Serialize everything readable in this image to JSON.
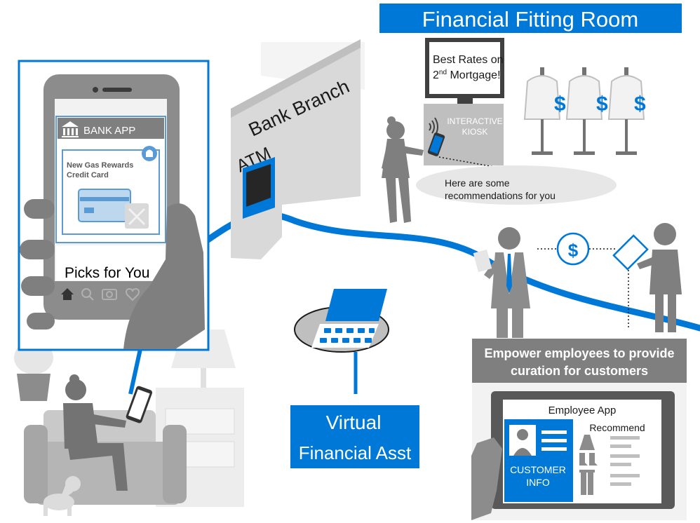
{
  "title": "Financial Fitting Room",
  "bank_branch": {
    "label": "Bank Branch",
    "atm_label": "ATM"
  },
  "kiosk": {
    "screen_line1": "Best Rates on",
    "screen_line2_num": "2",
    "screen_line2_sup": "nd",
    "screen_line2_rest": " Mortgage!",
    "label_line1": "INTERACTIVE",
    "label_line2": "KIOSK",
    "bubble_line1": "Here are some",
    "bubble_line2": "recommendations for you"
  },
  "phone": {
    "app_header": "BANK APP",
    "card_line1": "New Gas Rewards",
    "card_line2": "Credit Card",
    "picks_label": "Picks for You"
  },
  "clothing_symbol": "$",
  "exchange_symbol": "$",
  "virtual_asst": {
    "line1": "Virtual",
    "line2": "Financial Asst"
  },
  "employees": {
    "banner_line1": "Empower employees to provide",
    "banner_line2": "curation for customers",
    "app_title": "Employee App",
    "recommend_label": "Recommend",
    "customer_line1": "CUSTOMER",
    "customer_line2": "INFO"
  },
  "colors": {
    "blue": "#0078d7",
    "gray": "#8c8c8c",
    "dark_gray": "#666666",
    "light_gray": "#d9d9d9"
  }
}
